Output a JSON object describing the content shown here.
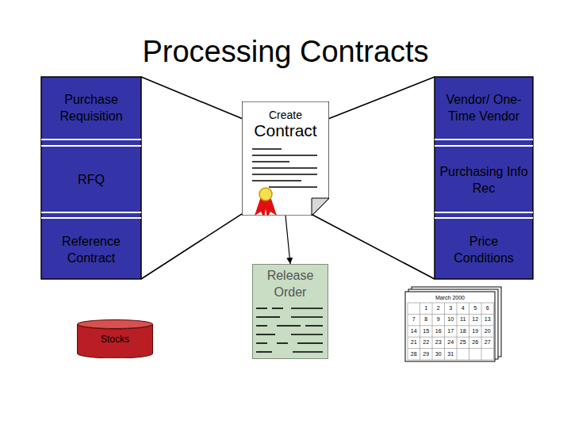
{
  "diagram": {
    "title": "Processing Contracts",
    "nodes": [
      {
        "text": [
          "Purchase Requisition"
        ]
      },
      {
        "text": [
          "RFQ"
        ]
      },
      {
        "text": [
          "Reference Contract"
        ]
      },
      {
        "text": [
          "Create",
          "Contract"
        ]
      },
      {
        "text": [
          "Vendor/ One-Time Vendor"
        ]
      },
      {
        "text": [
          "Purchasing Info Rec"
        ]
      },
      {
        "text": [
          "Price Conditions"
        ]
      },
      {
        "text": [
          "Release Order"
        ]
      },
      {
        "text": [
          "Stocks"
        ]
      }
    ],
    "edges": [
      {
        "from": 0,
        "to": 3,
        "arrow": "none"
      },
      {
        "from": 2,
        "to": 3,
        "arrow": "none"
      },
      {
        "from": 4,
        "to": 3,
        "arrow": "none"
      },
      {
        "from": 6,
        "to": 3,
        "arrow": "none"
      },
      {
        "from": 3,
        "to": 7,
        "arrow": "to"
      }
    ],
    "labels": [
      "March 2000",
      "1",
      "2",
      "3",
      "4",
      "5",
      "6",
      "7",
      "8",
      "9",
      "10",
      "11",
      "12",
      "13",
      "14",
      "15",
      "16",
      "17",
      "18",
      "19",
      "20",
      "21",
      "22",
      "23",
      "24",
      "25",
      "26",
      "27",
      "28",
      "29",
      "30",
      "31"
    ]
  }
}
